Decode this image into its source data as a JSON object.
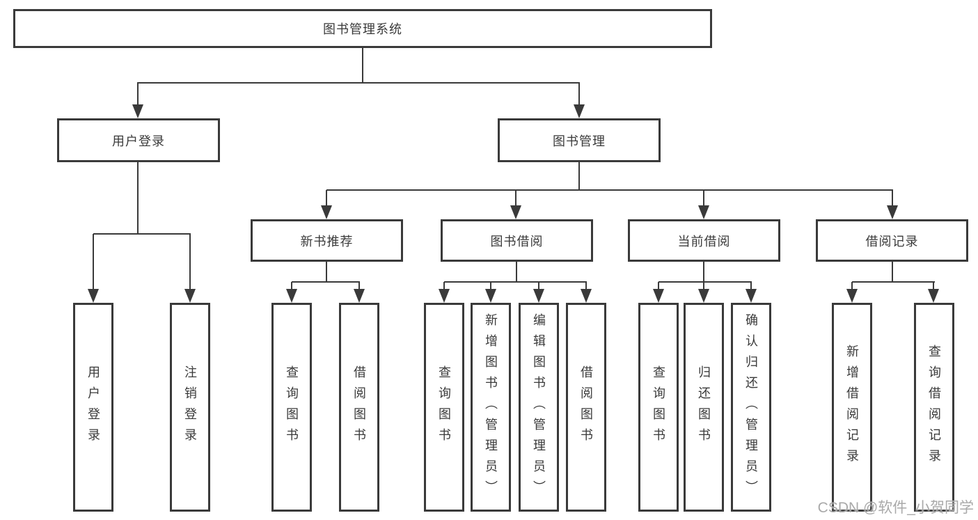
{
  "diagram": {
    "root": {
      "label": "图书管理系统"
    },
    "branches": {
      "user_login": {
        "label": "用户登录",
        "children": [
          "用户登录",
          "注销登录"
        ]
      },
      "book_mgmt": {
        "label": "图书管理"
      }
    },
    "modules": {
      "new_book": {
        "label": "新书推荐",
        "children": [
          "查询图书",
          "借阅图书"
        ]
      },
      "book_borrow": {
        "label": "图书借阅",
        "children": [
          "查询图书",
          "新增图书（管理员）",
          "编辑图书（管理员）",
          "借阅图书"
        ]
      },
      "current_borrow": {
        "label": "当前借阅",
        "children": [
          "查询图书",
          "归还图书",
          "确认归还（管理员）"
        ]
      },
      "borrow_record": {
        "label": "借阅记录",
        "children": [
          "新增借阅记录",
          "查询借阅记录"
        ]
      }
    }
  },
  "watermark": {
    "text": "CSDN @软件_小贺同学"
  },
  "colors": {
    "line": "#3a3a3a",
    "text": "#3a3a3a",
    "background": "#ffffff",
    "watermark": "#a4a4a4"
  }
}
